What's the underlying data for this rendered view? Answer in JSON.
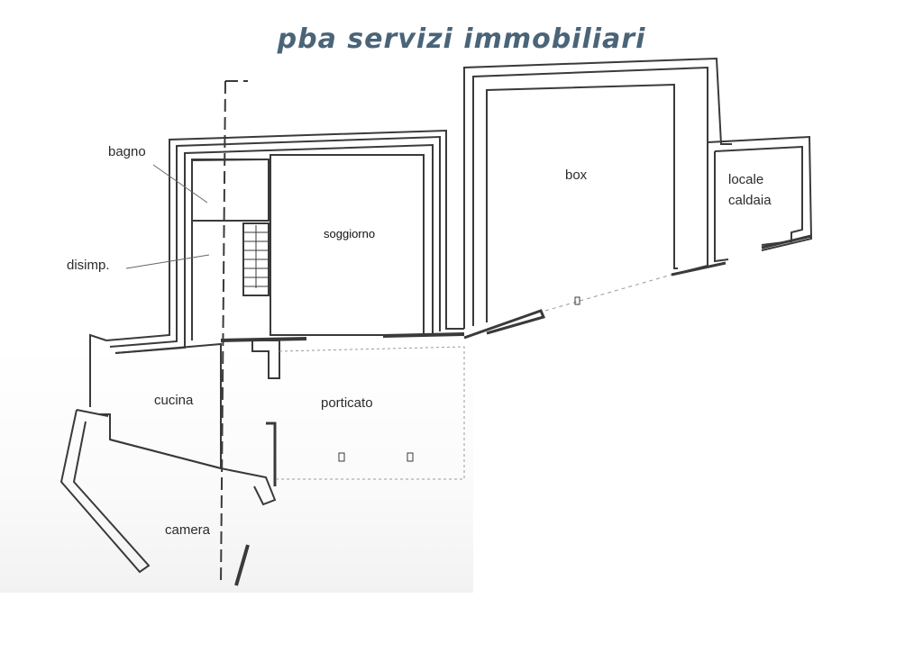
{
  "header": {
    "brand": "pba servizi immobiliari"
  },
  "rooms": {
    "bagno": "bagno",
    "disimp": "disimp.",
    "soggiorno": "soggiorno",
    "box": "box",
    "locale_caldaia_line1": "locale",
    "locale_caldaia_line2": "caldaia",
    "cucina": "cucina",
    "porticato": "porticato",
    "camera": "camera"
  },
  "colors": {
    "brand": "#4a6478",
    "wall": "#3a3a3a",
    "line": "#555555"
  }
}
